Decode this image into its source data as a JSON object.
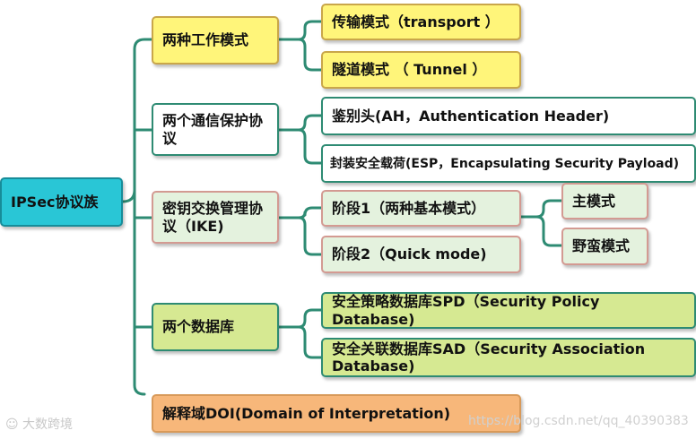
{
  "root": {
    "label": "IPSec协议族",
    "color": "#29c6d6"
  },
  "branches": {
    "modes": {
      "label": "两种工作模式",
      "children": [
        "传输模式（transport ）",
        "隧道模式 （ Tunnel ）"
      ],
      "color": "#fff57a"
    },
    "protocols": {
      "label": "两个通信保护协议",
      "children": [
        "鉴别头(AH，Authentication Header)",
        "封装安全载荷(ESP，Encapsulating Security Payload)"
      ],
      "color": "#ffffff"
    },
    "ike": {
      "label": "密钥交换管理协议（IKE)",
      "children": [
        "阶段1（两种基本模式）",
        "阶段2（Quick mode)"
      ],
      "sub_children": [
        "主模式",
        "野蛮模式"
      ],
      "color": "#e4f2de"
    },
    "databases": {
      "label": "两个数据库",
      "children": [
        "安全策略数据库SPD（Security Policy Database)",
        "安全关联数据库SAD（Security Association Database)"
      ],
      "color": "#d6e992"
    },
    "doi": {
      "label": "解释域DOI(Domain of Interpretation)",
      "color": "#f7b77a"
    }
  },
  "watermark": {
    "left_text": "大数跨境",
    "url": "https://blog.csdn.net/qq_40390383"
  },
  "line_color": "#2e8b73"
}
